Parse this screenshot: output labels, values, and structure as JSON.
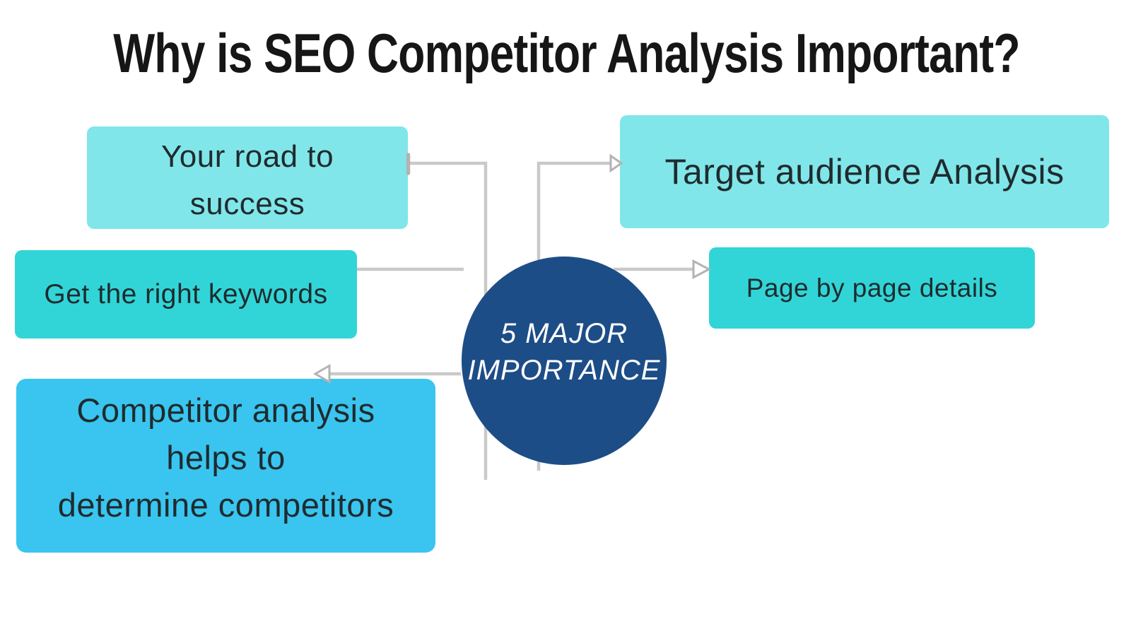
{
  "title": "Why is SEO Competitor Analysis Important?",
  "circle": {
    "line1": "5 MAJOR",
    "line2": "IMPORTANCE"
  },
  "boxes": {
    "road": {
      "line1": "Your road to",
      "line2": "success"
    },
    "keywords": {
      "label": "Get the right keywords"
    },
    "competitor": {
      "line1": "Competitor analysis",
      "line2": "helps to",
      "line3": "determine competitors"
    },
    "target": {
      "label": "Target audience Analysis"
    },
    "page": {
      "label": "Page by page details"
    }
  },
  "colors": {
    "light_cyan": "#81E6E9",
    "teal": "#31D5D7",
    "sky_blue": "#39C5EF",
    "navy": "#1D4D87",
    "connector_gray": "#C9C9C9",
    "arrow_outline_gray": "#B3B3B3",
    "text_dark": "#1F2B2E",
    "title_black": "#161616",
    "circle_text_white": "#FFFFFF",
    "background_white": "#FFFFFF"
  }
}
